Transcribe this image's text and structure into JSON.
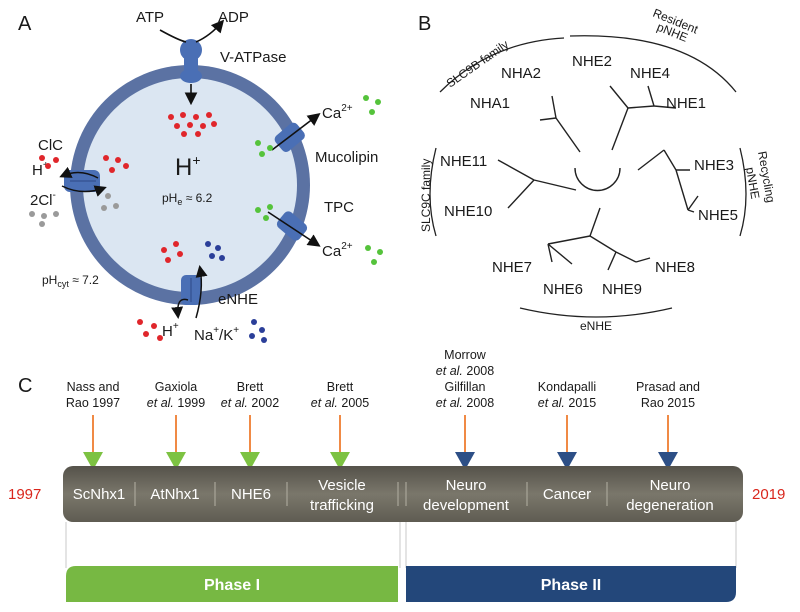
{
  "panels": {
    "a": "A",
    "b": "B",
    "c": "C"
  },
  "panel_a": {
    "atp": "ATP",
    "adp": "ADP",
    "v_atpase": "V-ATPase",
    "clc": "ClC",
    "h_left": "H",
    "h_left_sup": "+",
    "cl_left": "2Cl",
    "cl_left_sup": "-",
    "h_center": "H",
    "h_center_sup": "+",
    "phe_main": "pH",
    "phe_sub": "e",
    "phe_value": " ≈ 6.2",
    "ca_top": "Ca",
    "ca_top_sup": "2+",
    "mucolipin": "Mucolipin",
    "tpc": "TPC",
    "ca_bottom": "Ca",
    "ca_bottom_sup": "2+",
    "phcyt_main": "pH",
    "phcyt_sub": "cyt",
    "phcyt_value": " ≈ 7.2",
    "enhe": "eNHE",
    "h_bottom": "H",
    "h_bottom_sup": "+",
    "nak": "Na",
    "nak_sup1": "+",
    "nak_mid": "/K",
    "nak_sup2": "+",
    "colors": {
      "membrane": "#5b72a3",
      "lumen": "#dbe6f2",
      "protein": "#4a6fb5",
      "red": "#e0262b",
      "green": "#55c33b",
      "grey": "#9a9a9a",
      "blue": "#2b3f99"
    }
  },
  "panel_b": {
    "leaves": [
      "NHA2",
      "NHA1",
      "NHE2",
      "NHE4",
      "NHE1",
      "NHE3",
      "NHE5",
      "NHE11",
      "NHE10",
      "NHE7",
      "NHE6",
      "NHE9",
      "NHE8"
    ],
    "groups": {
      "slc9b": "SLC9B family",
      "resident_1": "Resident",
      "resident_2": "pNHE",
      "recycling_1": "Recycling",
      "recycling_2": "pNHE",
      "slc9c": "SLC9C family",
      "enhe": "eNHE"
    }
  },
  "panel_c": {
    "start_year": "1997",
    "end_year": "2019",
    "bar_labels_1": [
      "ScNhx1",
      "AtNhx1",
      "NHE6",
      "Vesicle",
      "Neuro",
      "Cancer",
      "Neuro"
    ],
    "bar_labels_2": [
      "trafficking",
      "development",
      "degeneration"
    ],
    "refs": {
      "nass_1": "Nass and",
      "nass_2": "Rao 1997",
      "gax_1": "Gaxiola",
      "gax_2a": "et al.",
      "gax_2b": " 1999",
      "brett02_1": "Brett",
      "brett02_2a": "et al.",
      "brett02_2b": " 2002",
      "brett05_1": "Brett",
      "brett05_2a": "et al.",
      "brett05_2b": " 2005",
      "morrow_1": "Morrow",
      "morrow_2a": "et al.",
      "morrow_2b": " 2008",
      "morrow_3": "Gilfillan",
      "morrow_4a": "et al.",
      "morrow_4b": " 2008",
      "konda_1": "Kondapalli",
      "konda_2a": "et al.",
      "konda_2b": " 2015",
      "prasad_1": "Prasad and",
      "prasad_2": "Rao 2015"
    },
    "phase1": "Phase I",
    "phase2": "Phase II",
    "colors": {
      "bar": "#6e6b5f",
      "phase1": "#77b843",
      "phase2": "#23477a",
      "arrow_green": "#7dc242",
      "arrow_blue": "#2d4f86",
      "stem": "#f08a45",
      "year": "#d9261c"
    }
  }
}
